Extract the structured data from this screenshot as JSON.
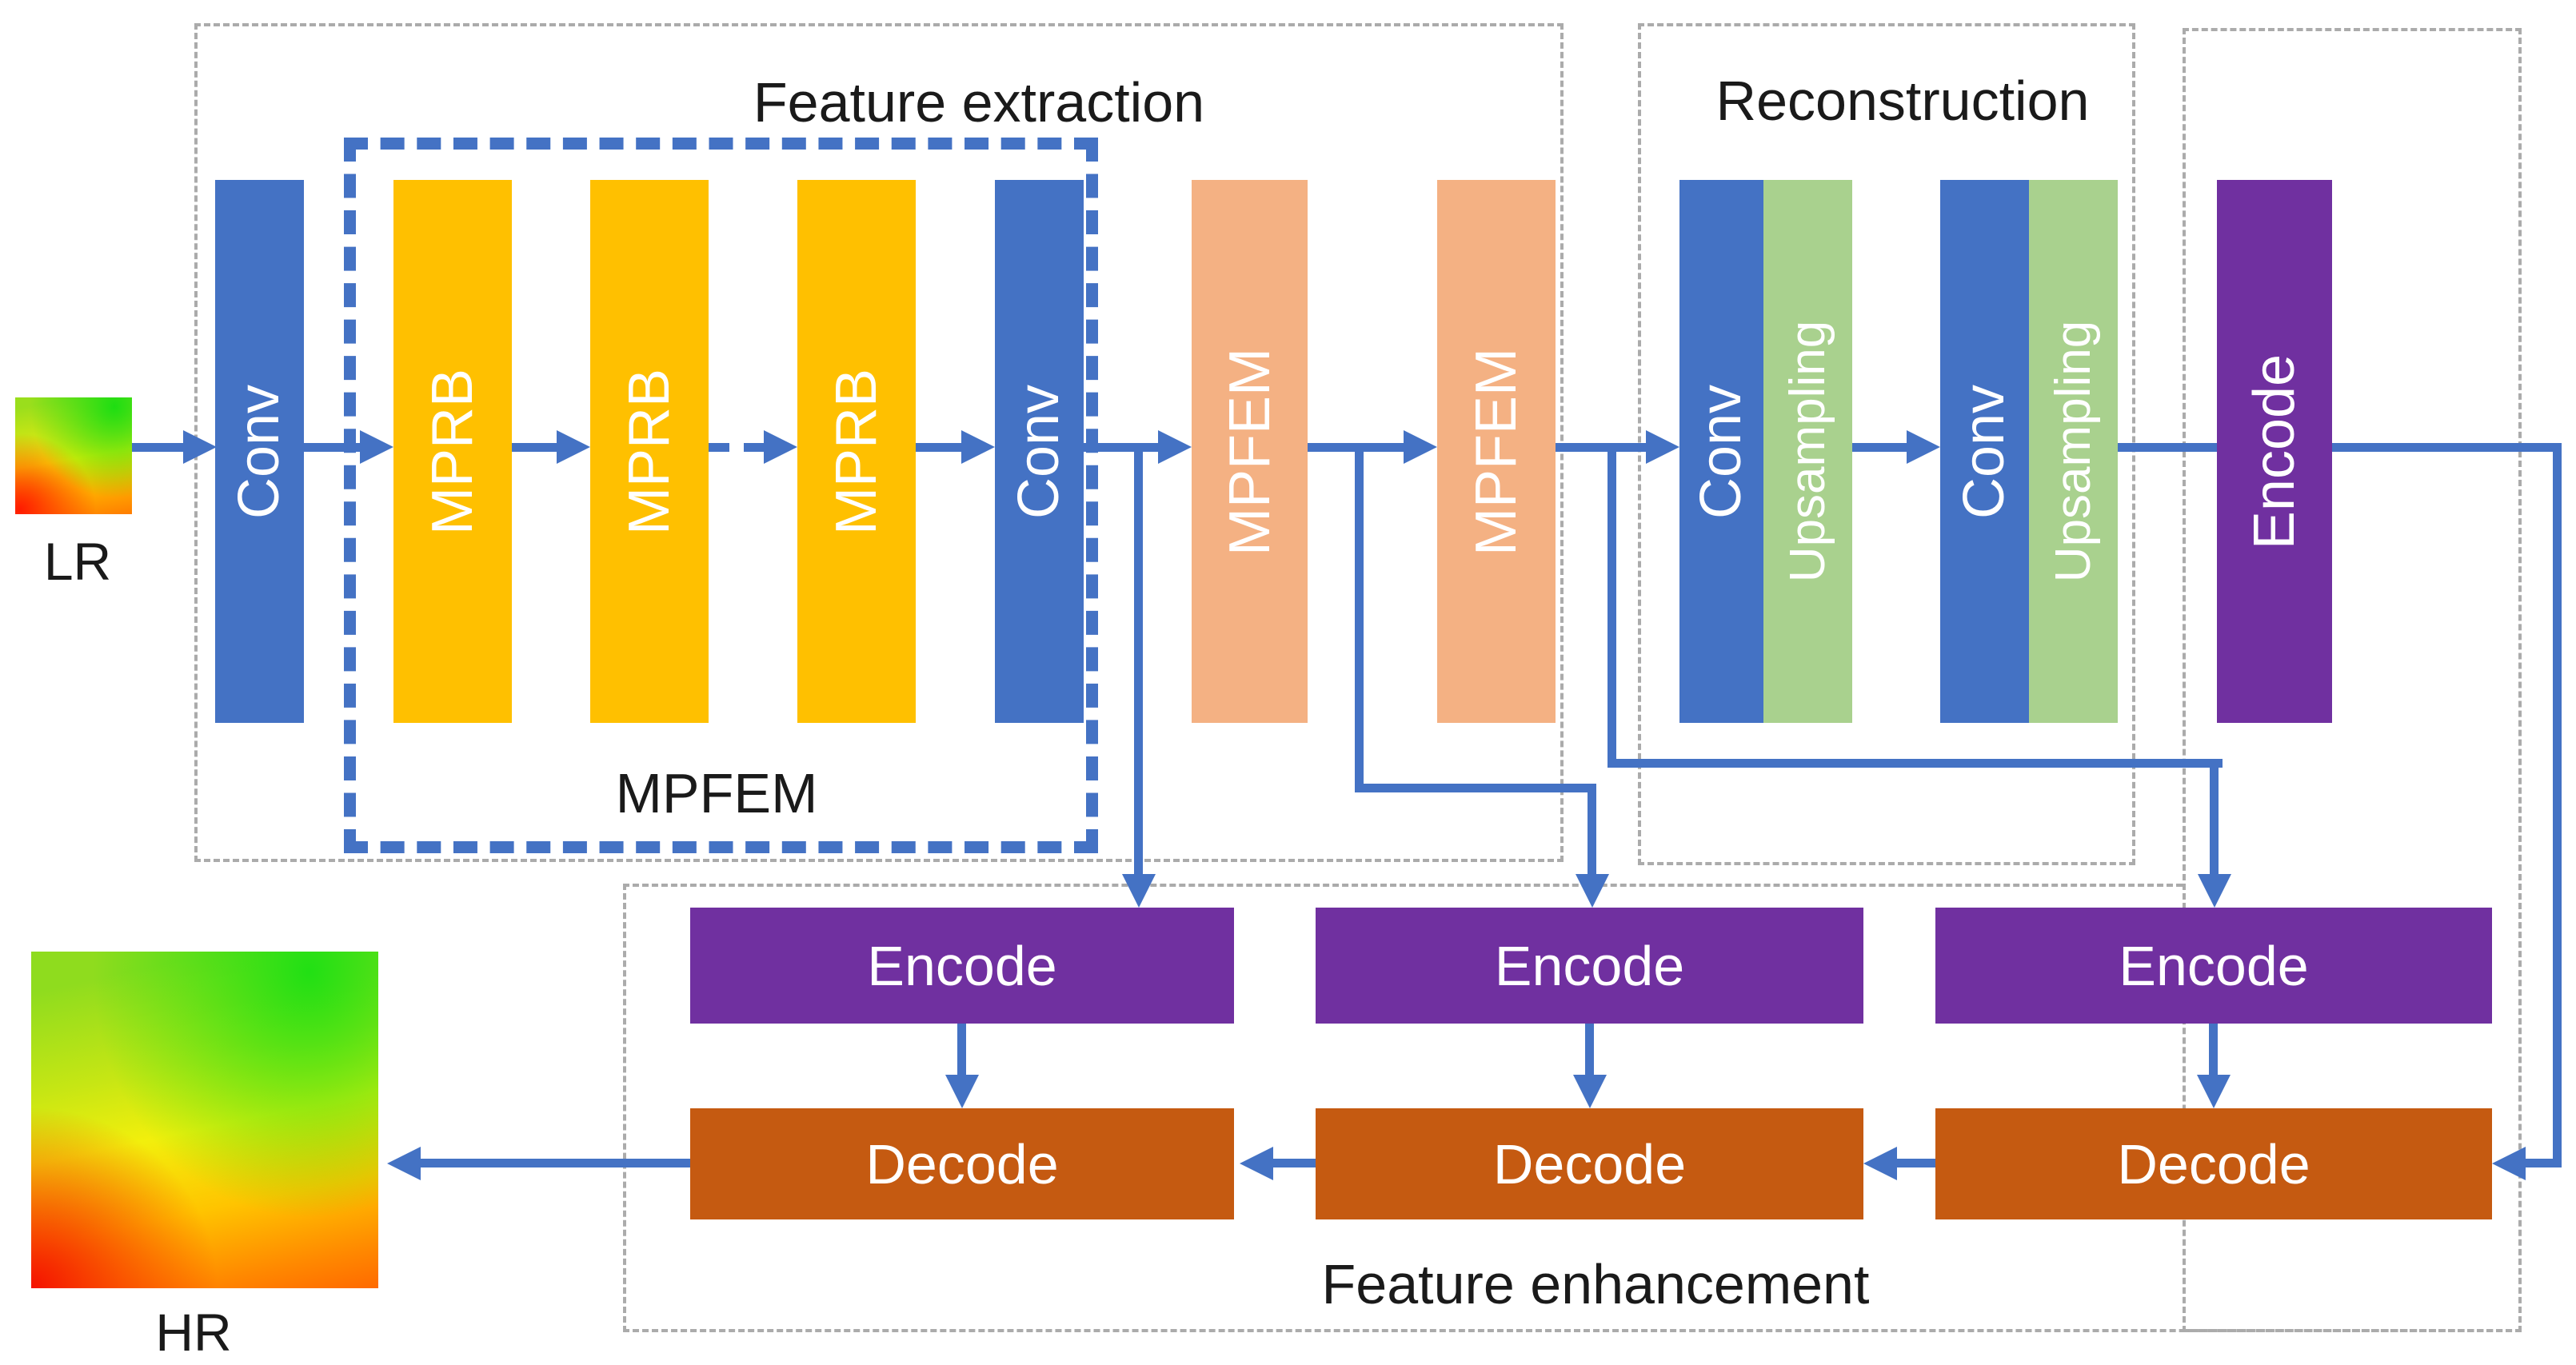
{
  "diagram": {
    "input_label": "LR",
    "output_label": "HR",
    "sections": {
      "feature_extraction": {
        "title": "Feature extraction"
      },
      "mpfem_module": {
        "label": "MPFEM"
      },
      "reconstruction": {
        "title": "Reconstruction"
      },
      "feature_enhancement": {
        "title": "Feature enhancement"
      }
    },
    "bars": [
      "Conv",
      "MPRB",
      "MPRB",
      "MPRB",
      "Conv",
      "MPFEM",
      "MPFEM",
      "Conv",
      "Upsampling",
      "Conv",
      "Upsampling",
      "Encode"
    ],
    "encode_blocks": [
      "Encode",
      "Encode",
      "Encode"
    ],
    "decode_blocks": [
      "Decode",
      "Decode",
      "Decode"
    ],
    "colors": {
      "conv-blue": "#4472C4",
      "mprb-yellow": "#FFC000",
      "mpfem-peach": "#F4B183",
      "upsampling-green": "#A9D18E",
      "encode-purple": "#7030A0",
      "decode-orange": "#C55A11",
      "arrow-blue": "#4472C4",
      "box-dash-gray": "#ABABAB",
      "text-dark": "#1A1A1A",
      "text-light": "#FFFFFF"
    }
  }
}
